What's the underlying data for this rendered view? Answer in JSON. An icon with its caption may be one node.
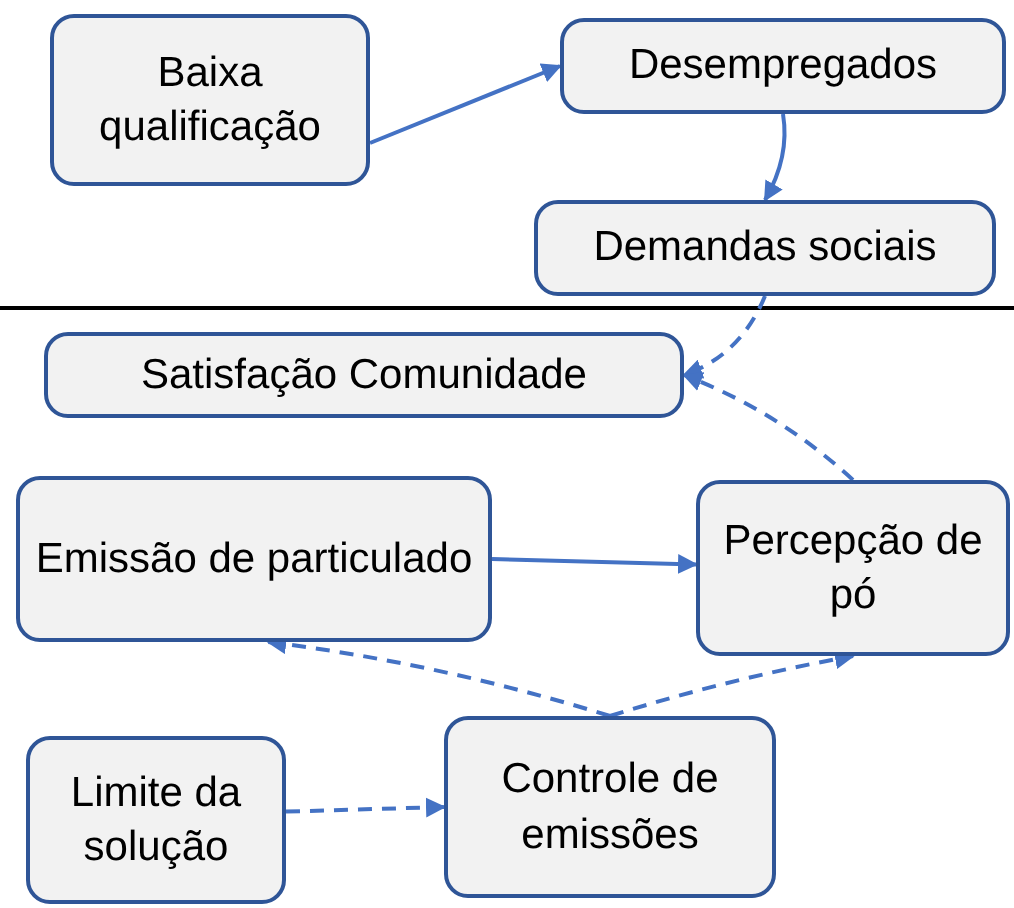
{
  "diagram": {
    "nodes": [
      {
        "text": [
          "Baixa qualificação"
        ]
      },
      {
        "text": [
          "Desempregados"
        ]
      },
      {
        "text": [
          "Demandas sociais"
        ]
      },
      {
        "text": [
          "Satisfação Comunidade"
        ]
      },
      {
        "text": [
          "Emissão de particulado"
        ]
      },
      {
        "text": [
          "Percepção de pó"
        ]
      },
      {
        "text": [
          "Limite da solução"
        ]
      },
      {
        "text": [
          "Controle de emissões"
        ]
      }
    ],
    "edges": [
      {
        "from": 0,
        "to": 1,
        "arrow": "to"
      },
      {
        "from": 1,
        "to": 2,
        "arrow": "to"
      },
      {
        "from": 2,
        "to": 3,
        "arrow": "to",
        "style": "dashed"
      },
      {
        "from": 5,
        "to": 3,
        "arrow": "to",
        "style": "dashed"
      },
      {
        "from": 4,
        "to": 5,
        "arrow": "to"
      },
      {
        "from": 7,
        "to": 4,
        "arrow": "to",
        "style": "dashed"
      },
      {
        "from": 7,
        "to": 5,
        "arrow": "to",
        "style": "dashed"
      },
      {
        "from": 6,
        "to": 7,
        "arrow": "to",
        "style": "dashed"
      }
    ]
  }
}
